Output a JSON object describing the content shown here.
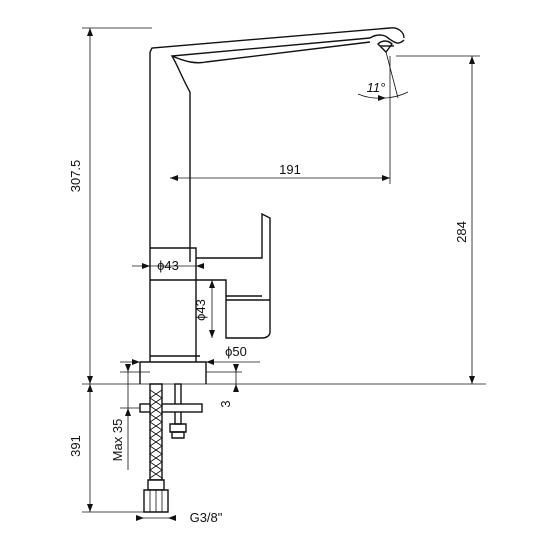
{
  "drawing": {
    "dimensions": {
      "total_height": "307.5",
      "spout_reach": "191",
      "spout_height": "284",
      "spout_angle": "11°",
      "body_diameter": "ϕ43",
      "lever_diameter": "ϕ43",
      "base_diameter": "ϕ50",
      "base_thickness": "3",
      "deck_thickness": "Max 35",
      "hose_length": "391",
      "connection_thread": "G3/8\""
    },
    "colors": {
      "line": "#111111",
      "background": "#ffffff"
    }
  }
}
